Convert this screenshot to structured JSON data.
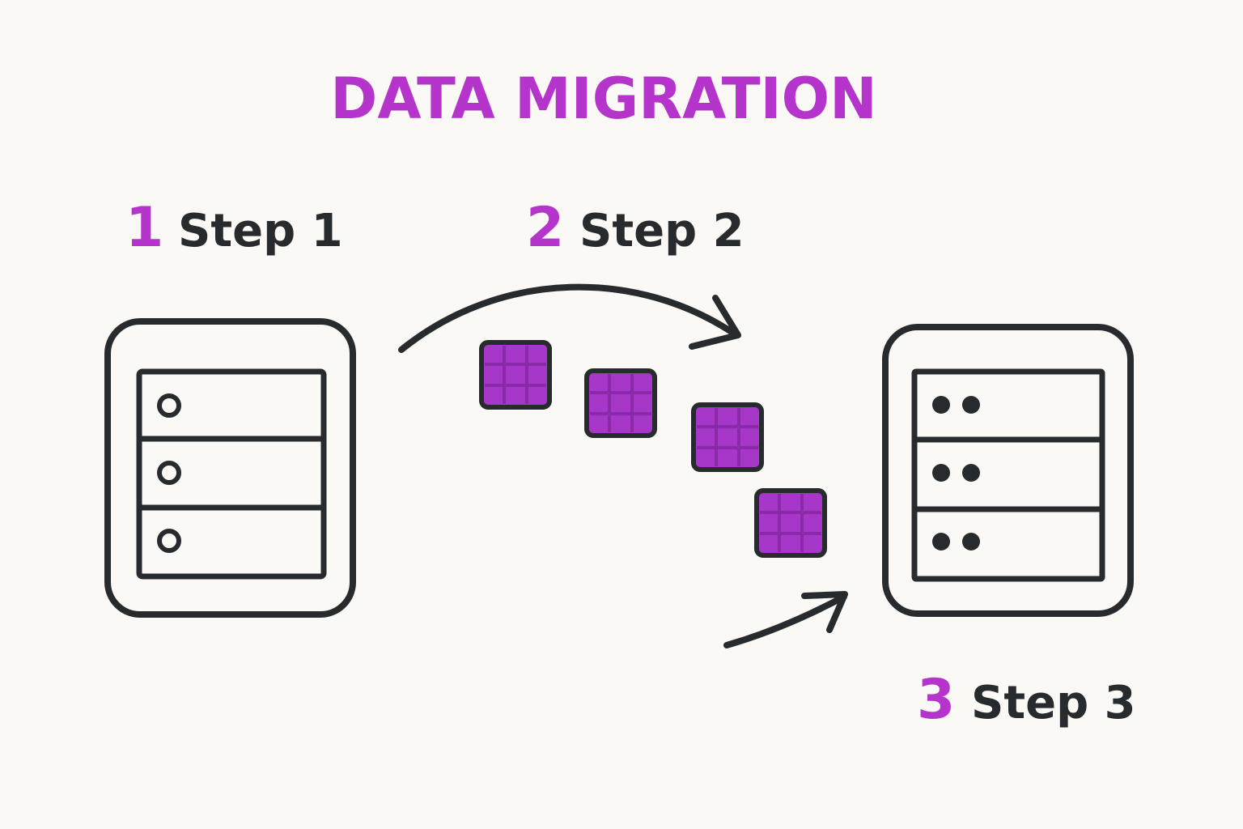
{
  "title": "DATA MIGRATION",
  "steps": [
    {
      "number": "1",
      "label": "Step 1"
    },
    {
      "number": "2",
      "label": "Step 2"
    },
    {
      "number": "3",
      "label": "Step 3"
    }
  ],
  "icons": {
    "source": "source-server-icon",
    "target": "target-server-icon",
    "packet": "data-grid-icon",
    "arrow": "curved-arrow-icon"
  },
  "colors": {
    "background": "#fbf9f5",
    "accent": "#b534cc",
    "packet_fill": "#a737c8",
    "packet_grid": "#8a2aa8",
    "ink": "#272b2d"
  }
}
